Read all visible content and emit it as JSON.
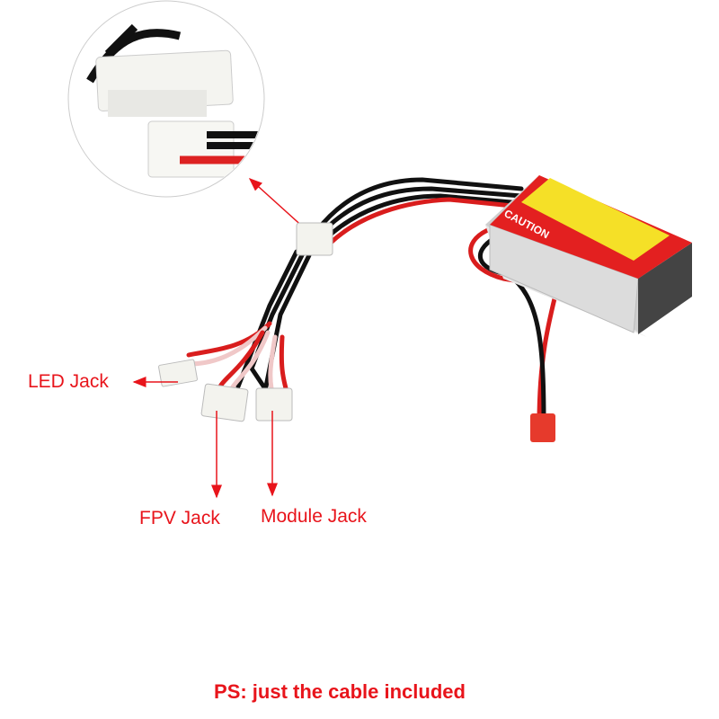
{
  "labels": {
    "led_jack": "LED Jack",
    "fpv_jack": "FPV Jack",
    "module_jack": "Module Jack"
  },
  "note": "PS: just the cable included",
  "battery_label": {
    "caution": "CAUTION"
  },
  "colors": {
    "annotation": "#e8141b",
    "battery_red": "#e32020",
    "battery_yellow": "#f5e027"
  }
}
